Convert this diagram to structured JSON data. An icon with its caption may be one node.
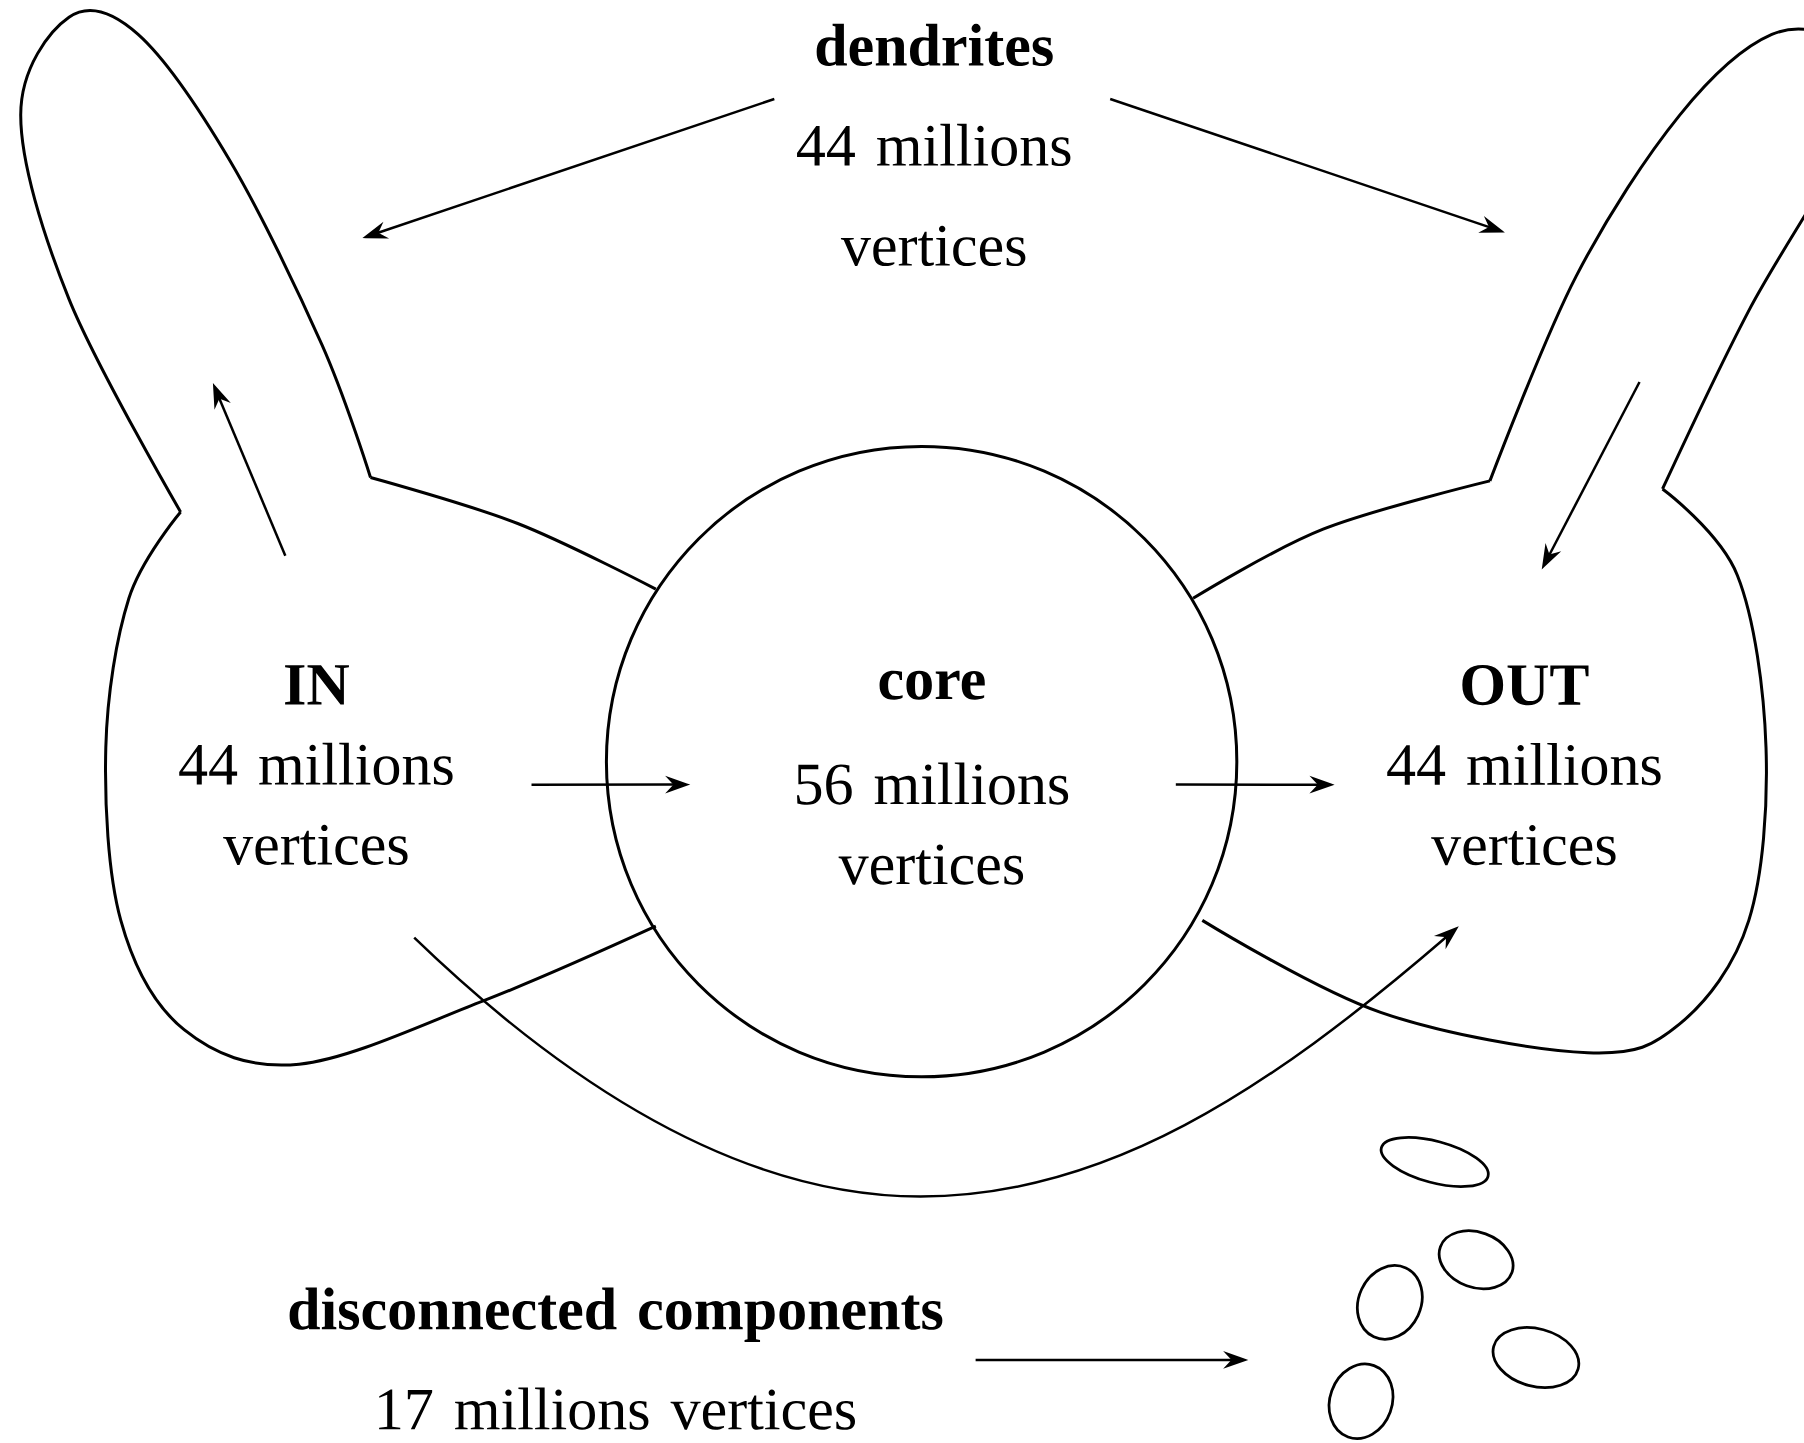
{
  "diagram": {
    "nodes": [
      {
        "text": [
          "IN",
          "44 millions vertices"
        ]
      },
      {
        "text": [
          "core",
          "56 millions vertices"
        ]
      },
      {
        "text": [
          "OUT",
          "44 millions vertices"
        ]
      },
      {
        "text": [
          "dendrites",
          "44 millions vertices"
        ]
      },
      {
        "text": [],
        "shape": "loop"
      },
      {
        "text": [],
        "shape": "loop"
      },
      {
        "text": [
          "disconnected components",
          "17 millions vertices"
        ]
      }
    ],
    "edges": [
      {
        "from": 3,
        "to": 4,
        "arrow": "to"
      },
      {
        "from": 3,
        "to": 5,
        "arrow": "to"
      },
      {
        "from": 0,
        "to": 4,
        "arrow": "to"
      },
      {
        "from": 5,
        "to": 2,
        "arrow": "to"
      },
      {
        "from": 0,
        "to": 1,
        "arrow": "to"
      },
      {
        "from": 1,
        "to": 2,
        "arrow": "to"
      },
      {
        "from": 0,
        "to": 2,
        "arrow": "to"
      },
      {
        "from": 6,
        "to": null,
        "arrow": "to"
      }
    ]
  }
}
